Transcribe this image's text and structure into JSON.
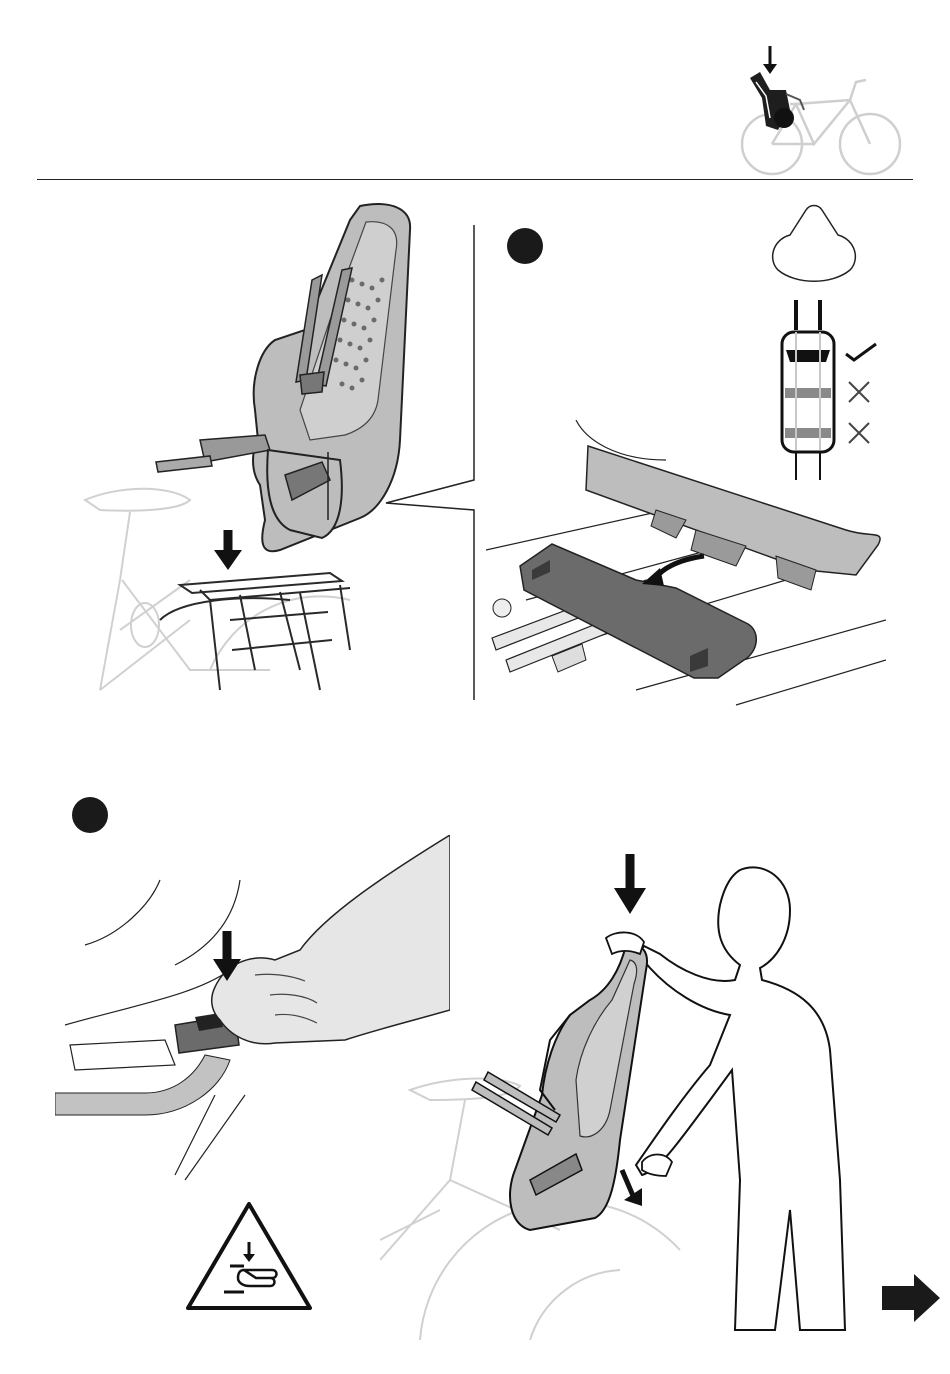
{
  "page": {
    "steps": [
      {
        "id": "step-a",
        "marker": "filled-circle"
      },
      {
        "id": "step-b",
        "marker": "filled-circle"
      }
    ]
  },
  "icons": {
    "overview": "bicycle-with-child-seat-icon",
    "check": "check-mark-icon",
    "cross": "cross-mark-icon",
    "warning": "pinch-hazard-warning-icon",
    "next": "next-page-arrow-icon"
  },
  "colors": {
    "ink": "#1a1a1a",
    "seat_gray": "#bdbdbd",
    "bracket_dark": "#6b6b6b",
    "light_line": "#c8c8c8",
    "highlight_band": "#8a8a8a"
  },
  "seat_post_positions": [
    {
      "status": "ok"
    },
    {
      "status": "not-ok"
    },
    {
      "status": "not-ok"
    }
  ]
}
